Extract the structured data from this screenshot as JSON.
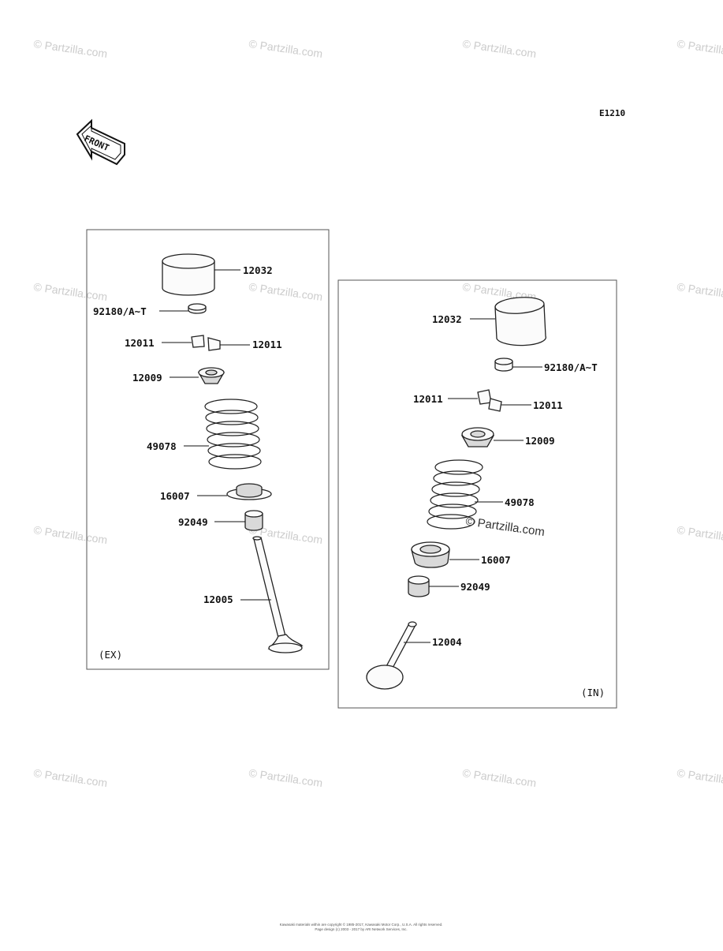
{
  "diagram": {
    "code": "E1210",
    "front_label": "FRONT",
    "watermark": "© Partzilla.com",
    "copyright_line1": "Kawasaki materials within are copyright © 1985-2017, Kawasaki Motor Corp., U.S.A. All rights reserved.",
    "copyright_line2": "Page design (c) 2003 - 2017 by ARI Network Services, Inc.",
    "exhaust": {
      "caption": "(EX)",
      "labels": {
        "lifter": "12032",
        "shim": "92180/A~T",
        "keeper_left": "12011",
        "keeper_right": "12011",
        "retainer": "12009",
        "spring": "49078",
        "spring_seat": "16007",
        "stem_seal": "92049",
        "valve": "12005"
      }
    },
    "intake": {
      "caption": "(IN)",
      "labels": {
        "lifter": "12032",
        "shim": "92180/A~T",
        "keeper_left": "12011",
        "keeper_right": "12011",
        "retainer": "12009",
        "spring": "49078",
        "spring_seat": "16007",
        "stem_seal": "92049",
        "valve": "12004"
      }
    }
  }
}
